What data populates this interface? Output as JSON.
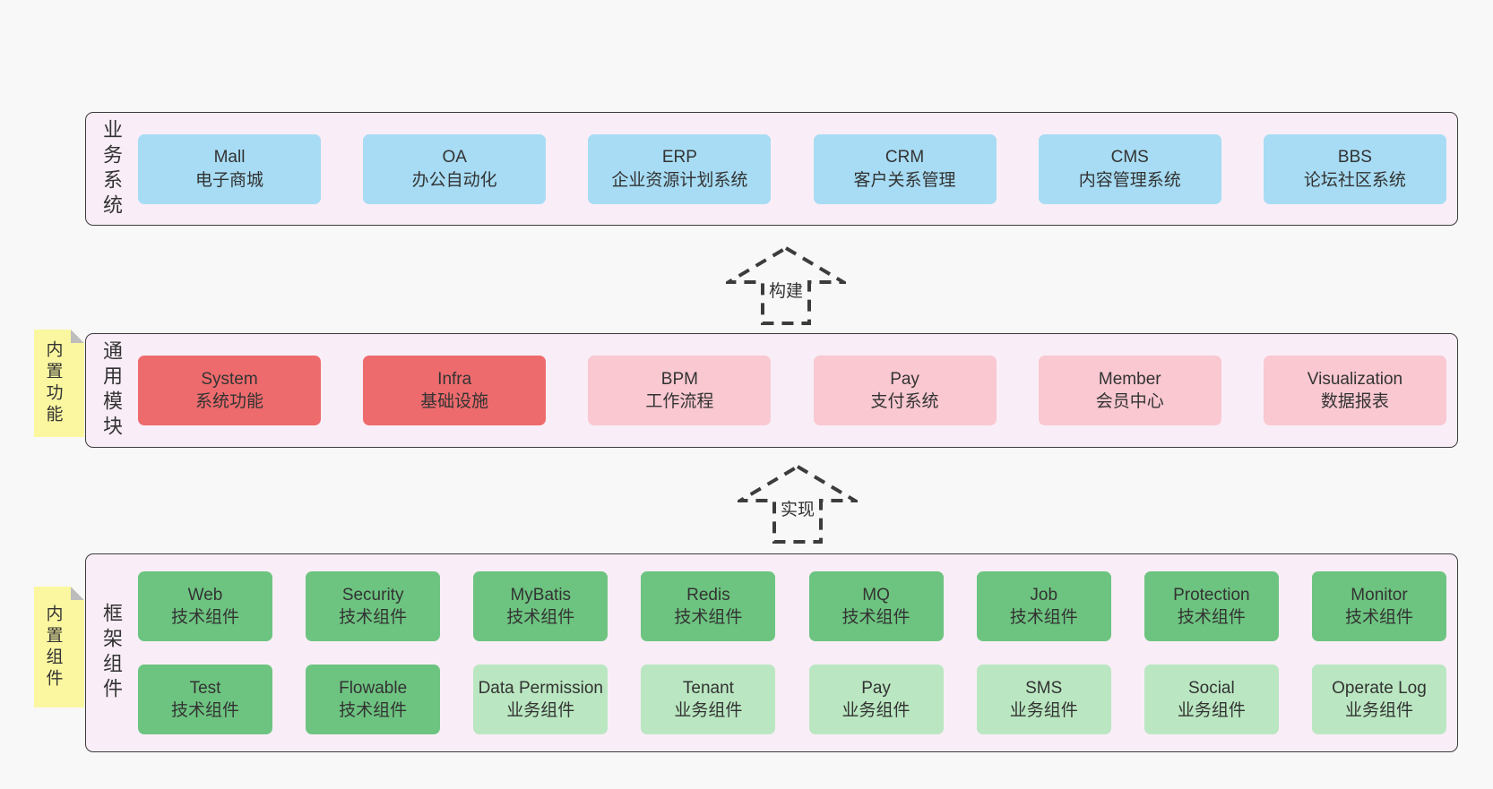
{
  "colors": {
    "page_bg": "#f8f8f8",
    "band_bg": "#f9eef7",
    "band_border": "#3c3c3c",
    "blue_box": "#a7dcf4",
    "red_box": "#ee6b6d",
    "pink_box": "#f9c8d1",
    "green_box": "#6dc480",
    "green_light_box": "#bae7c1",
    "sticky_note": "#fbf7a0",
    "note_fold": "#bdbdbd",
    "text": "#333333"
  },
  "layers": [
    {
      "label": "业务系统",
      "note": null,
      "rows": [
        [
          {
            "name": "Mall",
            "desc": "电子商城",
            "variant": "blue"
          },
          {
            "name": "OA",
            "desc": "办公自动化",
            "variant": "blue"
          },
          {
            "name": "ERP",
            "desc": "企业资源计划系统",
            "variant": "blue"
          },
          {
            "name": "CRM",
            "desc": "客户关系管理",
            "variant": "blue"
          },
          {
            "name": "CMS",
            "desc": "内容管理系统",
            "variant": "blue"
          },
          {
            "name": "BBS",
            "desc": "论坛社区系统",
            "variant": "blue"
          }
        ]
      ]
    },
    {
      "label": "通用模块",
      "note": "内置功能",
      "rows": [
        [
          {
            "name": "System",
            "desc": "系统功能",
            "variant": "red"
          },
          {
            "name": "Infra",
            "desc": "基础设施",
            "variant": "red"
          },
          {
            "name": "BPM",
            "desc": "工作流程",
            "variant": "pink"
          },
          {
            "name": "Pay",
            "desc": "支付系统",
            "variant": "pink"
          },
          {
            "name": "Member",
            "desc": "会员中心",
            "variant": "pink"
          },
          {
            "name": "Visualization",
            "desc": "数据报表",
            "variant": "pink"
          }
        ]
      ]
    },
    {
      "label": "框架组件",
      "note": "内置组件",
      "rows": [
        [
          {
            "name": "Web",
            "desc": "技术组件",
            "variant": "green"
          },
          {
            "name": "Security",
            "desc": "技术组件",
            "variant": "green"
          },
          {
            "name": "MyBatis",
            "desc": "技术组件",
            "variant": "green"
          },
          {
            "name": "Redis",
            "desc": "技术组件",
            "variant": "green"
          },
          {
            "name": "MQ",
            "desc": "技术组件",
            "variant": "green"
          },
          {
            "name": "Job",
            "desc": "技术组件",
            "variant": "green"
          },
          {
            "name": "Protection",
            "desc": "技术组件",
            "variant": "green"
          },
          {
            "name": "Monitor",
            "desc": "技术组件",
            "variant": "green"
          }
        ],
        [
          {
            "name": "Test",
            "desc": "技术组件",
            "variant": "green"
          },
          {
            "name": "Flowable",
            "desc": "技术组件",
            "variant": "green"
          },
          {
            "name": "Data Permission",
            "desc": "业务组件",
            "variant": "green-light"
          },
          {
            "name": "Tenant",
            "desc": "业务组件",
            "variant": "green-light"
          },
          {
            "name": "Pay",
            "desc": "业务组件",
            "variant": "green-light"
          },
          {
            "name": "SMS",
            "desc": "业务组件",
            "variant": "green-light"
          },
          {
            "name": "Social",
            "desc": "业务组件",
            "variant": "green-light"
          },
          {
            "name": "Operate Log",
            "desc": "业务组件",
            "variant": "green-light"
          }
        ]
      ]
    }
  ],
  "arrows": [
    {
      "label": "构建"
    },
    {
      "label": "实现"
    }
  ]
}
